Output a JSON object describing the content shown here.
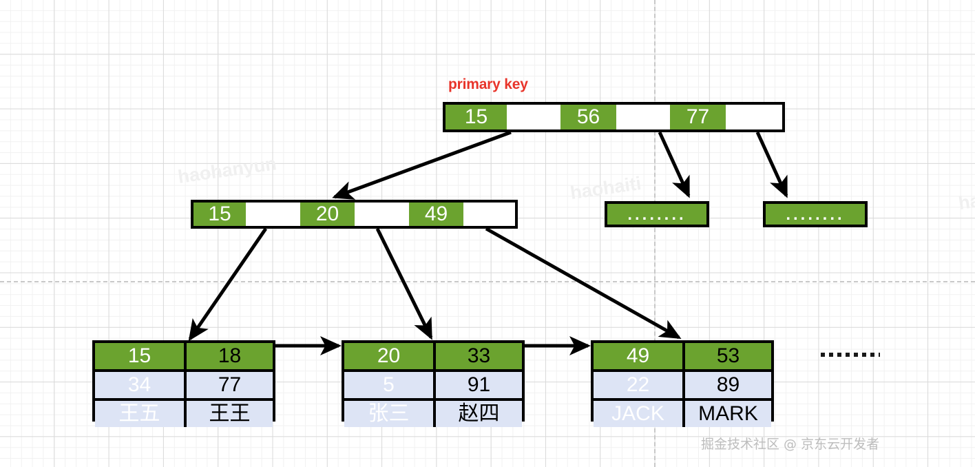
{
  "diagram": {
    "title_label": "primary key",
    "accent_green": "#6ba32f",
    "accent_red": "#e8342a",
    "data_row_blue": "#dde4f5",
    "border_black": "#000000"
  },
  "root_node": {
    "name": "root-index-node",
    "cells": [
      {
        "type": "key",
        "text": "15"
      },
      {
        "type": "ptr",
        "text": ""
      },
      {
        "type": "key",
        "text": "56"
      },
      {
        "type": "ptr",
        "text": ""
      },
      {
        "type": "key",
        "text": "77"
      },
      {
        "type": "ptr",
        "text": ""
      }
    ]
  },
  "internal_node": {
    "name": "internal-index-node",
    "cells": [
      {
        "type": "key",
        "text": "15"
      },
      {
        "type": "ptr",
        "text": ""
      },
      {
        "type": "key",
        "text": "20"
      },
      {
        "type": "ptr",
        "text": ""
      },
      {
        "type": "key",
        "text": "49"
      },
      {
        "type": "ptr",
        "text": ""
      }
    ]
  },
  "placeholder_nodes": [
    {
      "text": "........"
    },
    {
      "text": "........"
    }
  ],
  "leaves": [
    {
      "keys": [
        {
          "text": "15",
          "style": "faded"
        },
        {
          "text": "18",
          "style": "solid"
        }
      ],
      "values": [
        {
          "text": "34",
          "style": "faded"
        },
        {
          "text": "77",
          "style": "solid"
        }
      ],
      "names": [
        {
          "text": "王五",
          "style": "faded"
        },
        {
          "text": "王王",
          "style": "solid"
        }
      ]
    },
    {
      "keys": [
        {
          "text": "20",
          "style": "faded"
        },
        {
          "text": "33",
          "style": "solid"
        }
      ],
      "values": [
        {
          "text": "5",
          "style": "faded"
        },
        {
          "text": "91",
          "style": "solid"
        }
      ],
      "names": [
        {
          "text": "张三",
          "style": "faded"
        },
        {
          "text": "赵四",
          "style": "solid"
        }
      ]
    },
    {
      "keys": [
        {
          "text": "49",
          "style": "faded"
        },
        {
          "text": "53",
          "style": "solid"
        }
      ],
      "values": [
        {
          "text": "22",
          "style": "faded"
        },
        {
          "text": "89",
          "style": "solid"
        }
      ],
      "names": [
        {
          "text": "JACK",
          "style": "faded"
        },
        {
          "text": "MARK",
          "style": "solid"
        }
      ]
    }
  ],
  "background_watermarks": [
    {
      "text": "haohanyun"
    },
    {
      "text": "haohaiti"
    },
    {
      "text": "ha"
    }
  ],
  "footer": {
    "watermark": "掘金技术社区 @ 京东云开发者"
  }
}
